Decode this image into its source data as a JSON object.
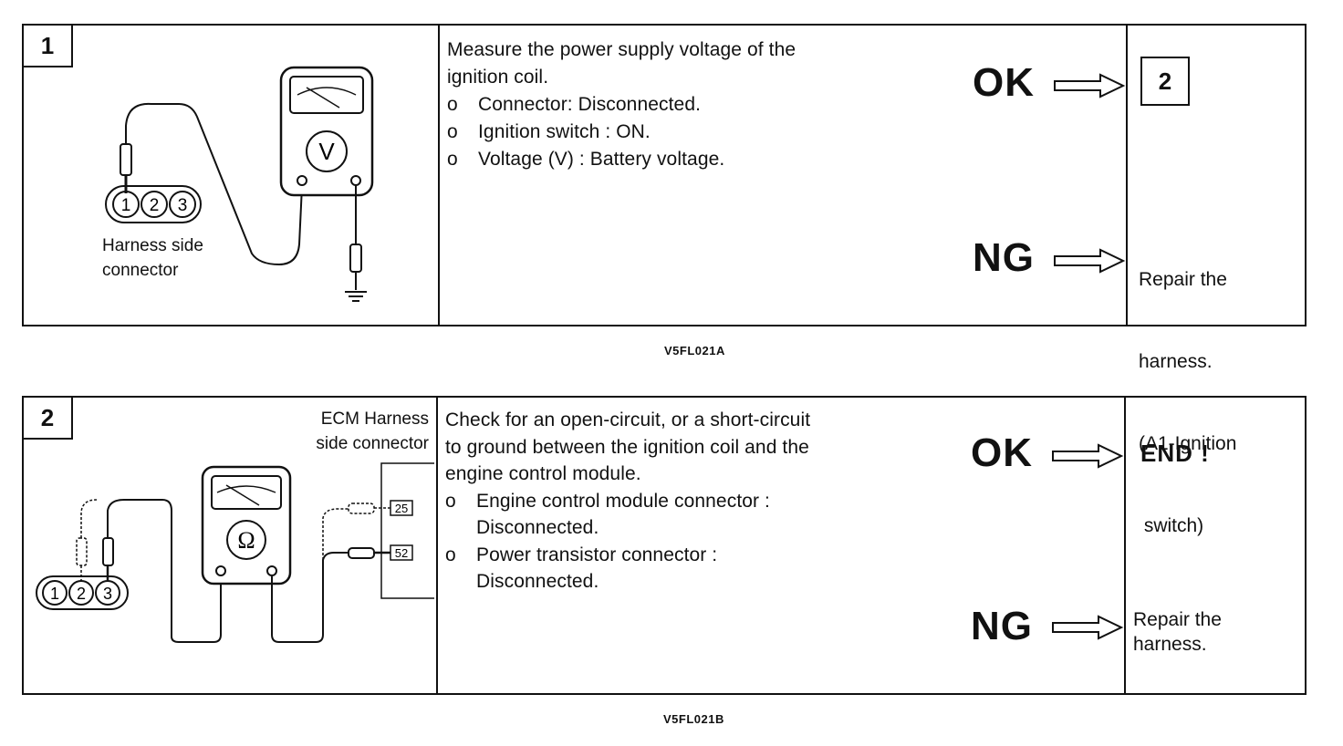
{
  "step1": {
    "number": "1",
    "diagram": {
      "label_line1": "Harness side",
      "label_line2": "connector",
      "pins": [
        "1",
        "2",
        "3"
      ],
      "meter_symbol": "V"
    },
    "description": {
      "line1": "Measure the power supply voltage of the",
      "line2": "ignition coil.",
      "bullet_marker": "o",
      "bullets": [
        "Connector: Disconnected.",
        "Ignition switch : ON.",
        "Voltage (V) : Battery voltage."
      ]
    },
    "ok_label": "OK",
    "ng_label": "NG",
    "ok_target": "2",
    "ng_target": [
      "Repair the",
      "harness.",
      "(A1-Ignition",
      " switch)"
    ]
  },
  "caption1": "V5FL021A",
  "step2": {
    "number": "2",
    "diagram": {
      "label_line1": "ECM Harness",
      "label_line2": "side connector",
      "pins": [
        "1",
        "2",
        "3"
      ],
      "terminals": [
        "25",
        "52"
      ],
      "meter_symbol": "Ω"
    },
    "description": {
      "lines": [
        "Check for an open-circuit, or a short-circuit",
        "to ground between the ignition coil and the",
        "engine control module."
      ],
      "bullet_marker": "o",
      "bullets": [
        [
          "Engine control module connector :",
          "Disconnected."
        ],
        [
          "Power transistor connector :",
          "Disconnected."
        ]
      ]
    },
    "ok_label": "OK",
    "ng_label": "NG",
    "ok_target": "END !",
    "ng_target": [
      "Repair the",
      "harness."
    ]
  },
  "caption2": "V5FL021B"
}
